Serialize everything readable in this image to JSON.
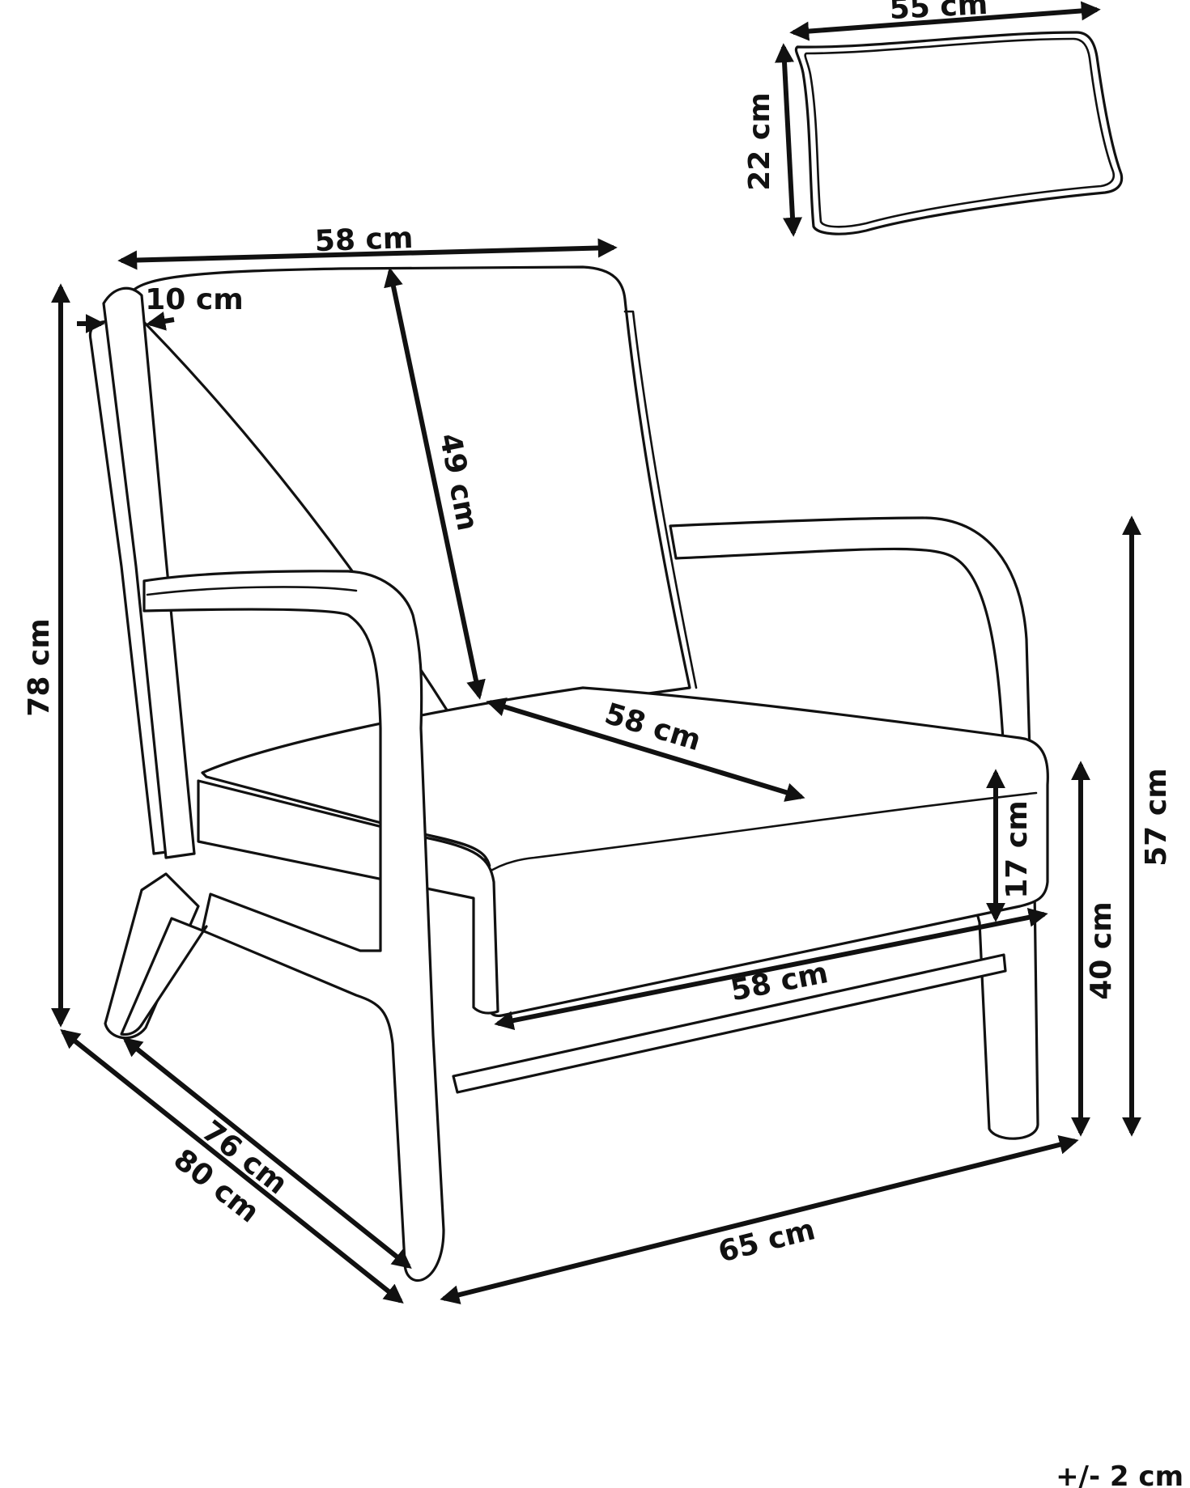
{
  "pillow": {
    "width": "55 cm",
    "height": "22 cm"
  },
  "chair": {
    "back_width": "58 cm",
    "arm_thickness": "10 cm",
    "back_height": "49 cm",
    "total_height": "78 cm",
    "seat_depth": "58 cm",
    "cushion_height": "17 cm",
    "seat_width": "58 cm",
    "seat_height": "40 cm",
    "armrest_height": "57 cm",
    "inner_depth": "76 cm",
    "total_depth": "80 cm",
    "total_width": "65 cm"
  },
  "tolerance": "+/- 2 cm",
  "colors": {
    "line": "#111111",
    "background": "#ffffff"
  }
}
